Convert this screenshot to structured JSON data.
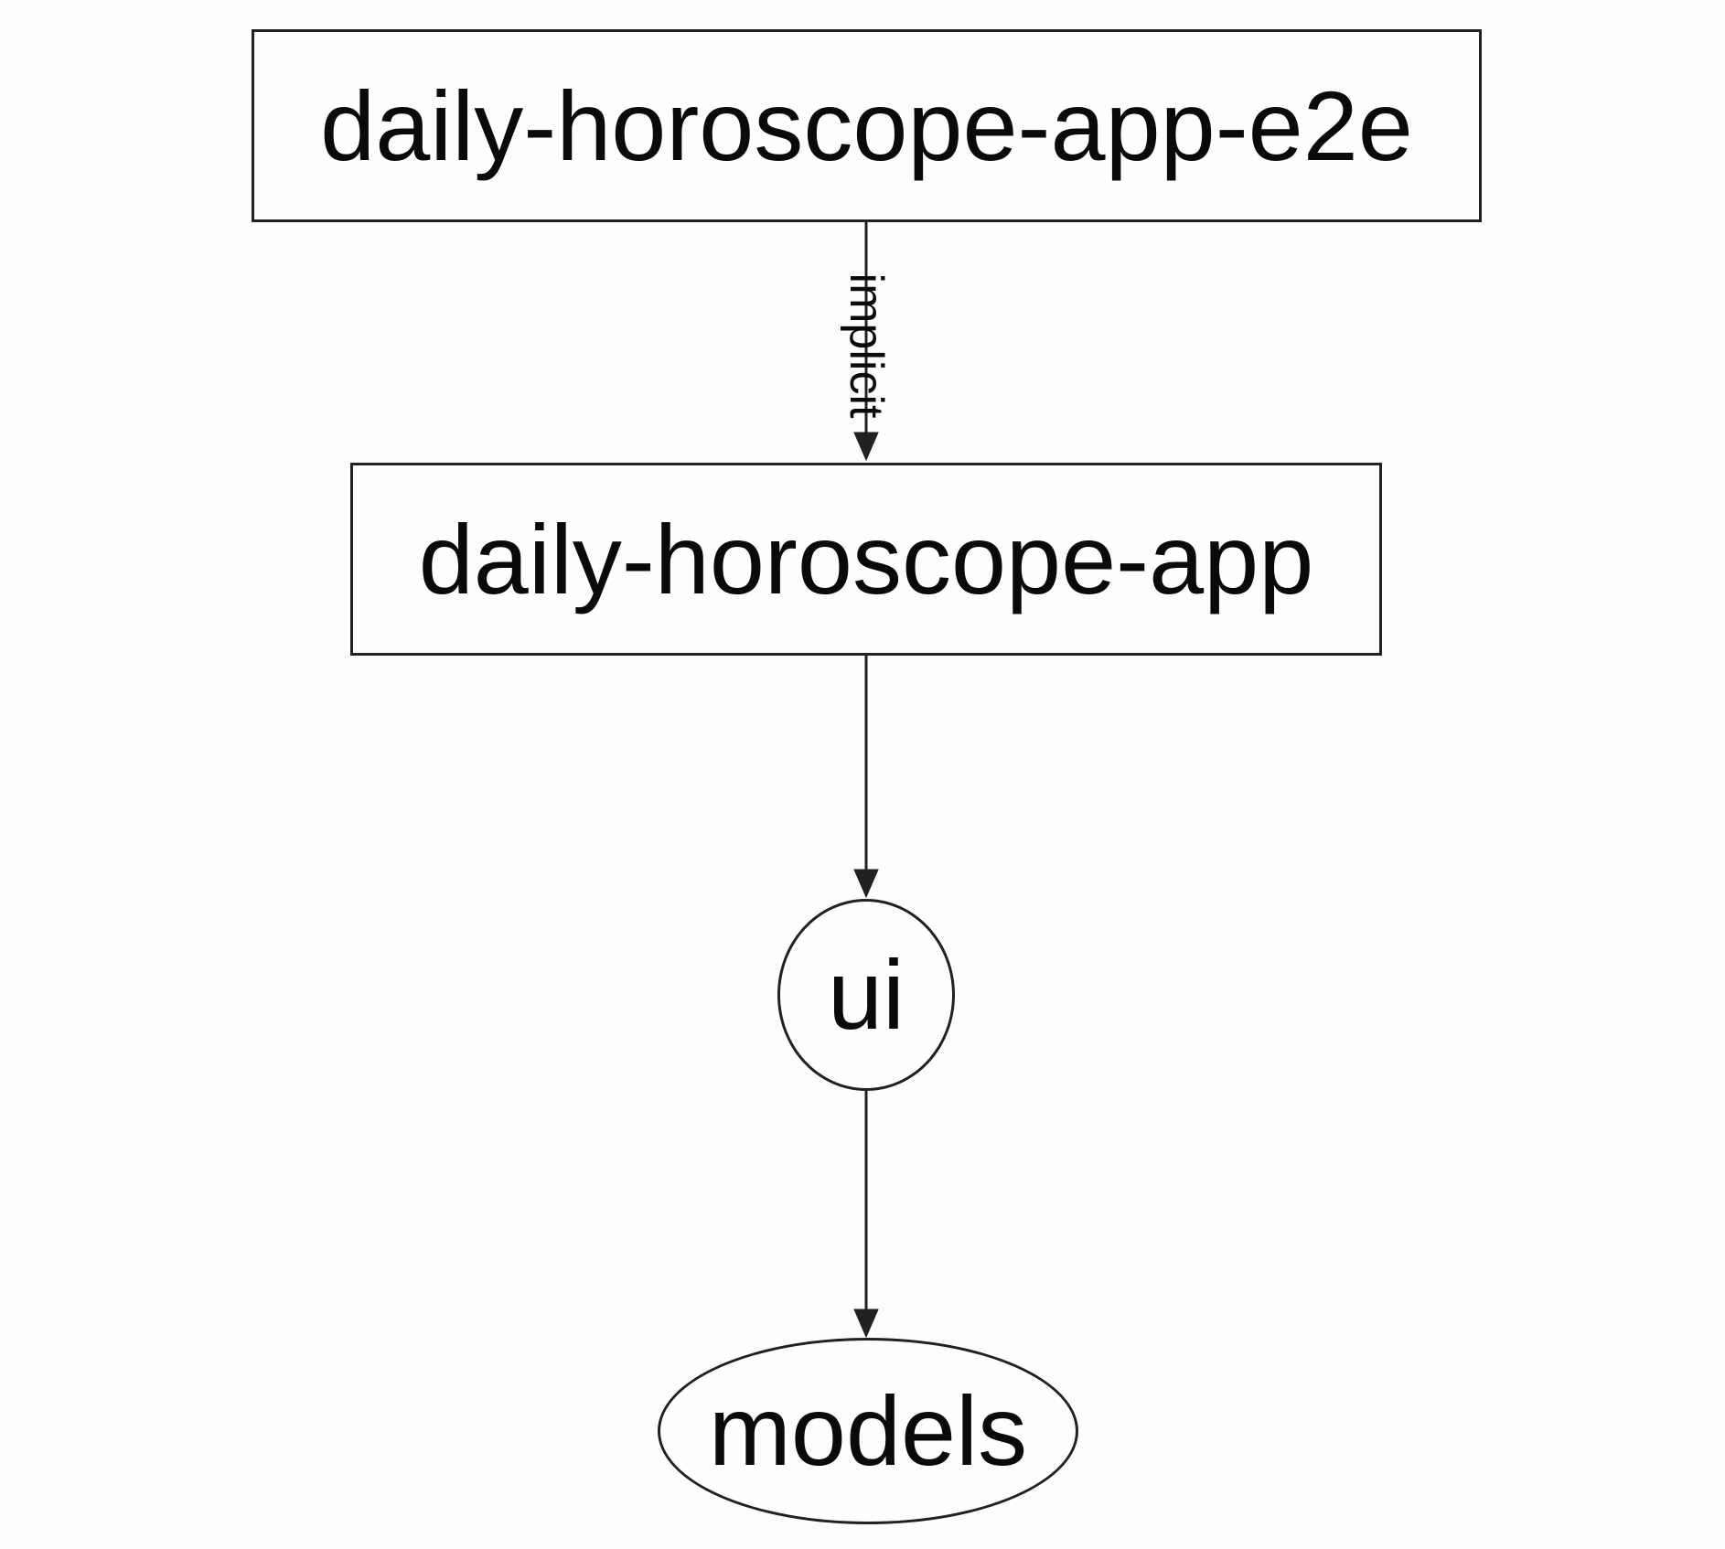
{
  "diagram": {
    "type": "dependency-graph",
    "colors": {
      "background": "#fdfdfd",
      "node_fill": "#fefefe",
      "stroke": "#212121",
      "text": "#0a0a0a"
    },
    "nodes": [
      {
        "id": "daily-horoscope-app-e2e",
        "label": "daily-horoscope-app-e2e",
        "shape": "rectangle"
      },
      {
        "id": "daily-horoscope-app",
        "label": "daily-horoscope-app",
        "shape": "rectangle"
      },
      {
        "id": "ui",
        "label": "ui",
        "shape": "ellipse"
      },
      {
        "id": "models",
        "label": "models",
        "shape": "ellipse"
      }
    ],
    "edges": [
      {
        "from": "daily-horoscope-app-e2e",
        "to": "daily-horoscope-app",
        "label": "implicit",
        "arrow": "down"
      },
      {
        "from": "daily-horoscope-app",
        "to": "ui",
        "label": "",
        "arrow": "down"
      },
      {
        "from": "ui",
        "to": "models",
        "label": "",
        "arrow": "down"
      }
    ]
  }
}
